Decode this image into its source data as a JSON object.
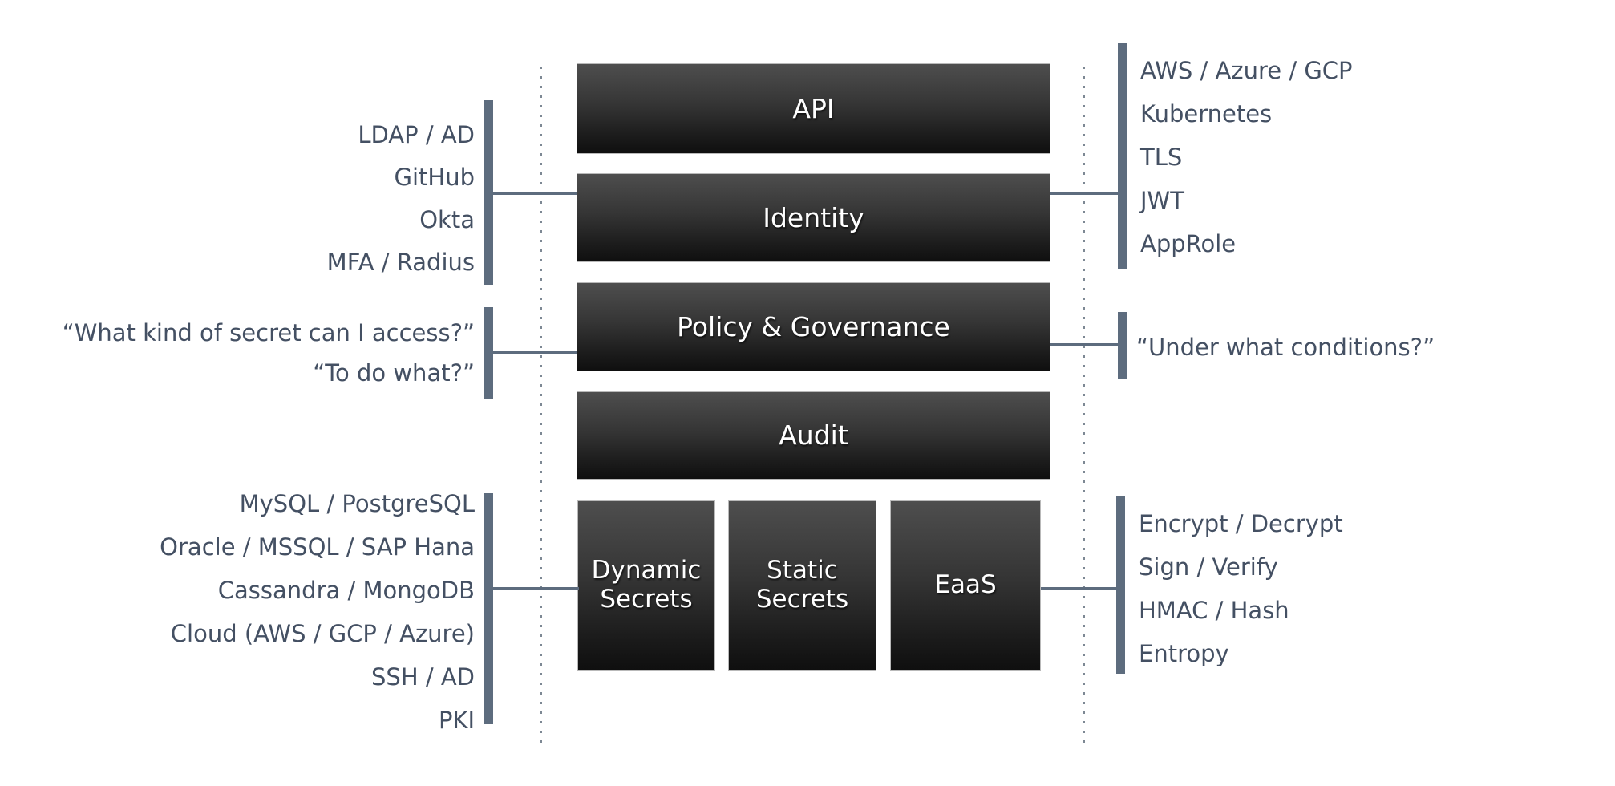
{
  "colors": {
    "background": "#ffffff",
    "accent_bar": "#5d6c7e",
    "label_text": "#445063",
    "dotted_line": "#7d8894",
    "box_text": "#ffffff",
    "box_gradient_top": "#4e4e4e",
    "box_gradient_bottom": "#0f0f0f"
  },
  "core_boxes": {
    "api": {
      "label": "API"
    },
    "identity": {
      "label": "Identity"
    },
    "policy": {
      "label": "Policy & Governance"
    },
    "audit": {
      "label": "Audit"
    },
    "dynamic_secrets": {
      "label": "Dynamic Secrets"
    },
    "static_secrets": {
      "label": "Static Secrets"
    },
    "eaas": {
      "label": "EaaS"
    }
  },
  "left": {
    "identity_sources": {
      "items": [
        "LDAP / AD",
        "GitHub",
        "Okta",
        "MFA / Radius"
      ]
    },
    "policy_questions": {
      "items": [
        "“What kind of secret can I access?”",
        "“To do what?”"
      ]
    },
    "secret_engines": {
      "items": [
        "MySQL / PostgreSQL",
        "Oracle / MSSQL / SAP Hana",
        "Cassandra / MongoDB",
        "Cloud (AWS / GCP / Azure)",
        "SSH / AD",
        "PKI"
      ]
    }
  },
  "right": {
    "identity_sources": {
      "items": [
        "AWS / Azure / GCP",
        "Kubernetes",
        "TLS",
        "JWT",
        "AppRole"
      ]
    },
    "policy_question": "“Under what conditions?”",
    "crypto_operations": {
      "items": [
        "Encrypt / Decrypt",
        "Sign / Verify",
        "HMAC / Hash",
        "Entropy"
      ]
    }
  }
}
